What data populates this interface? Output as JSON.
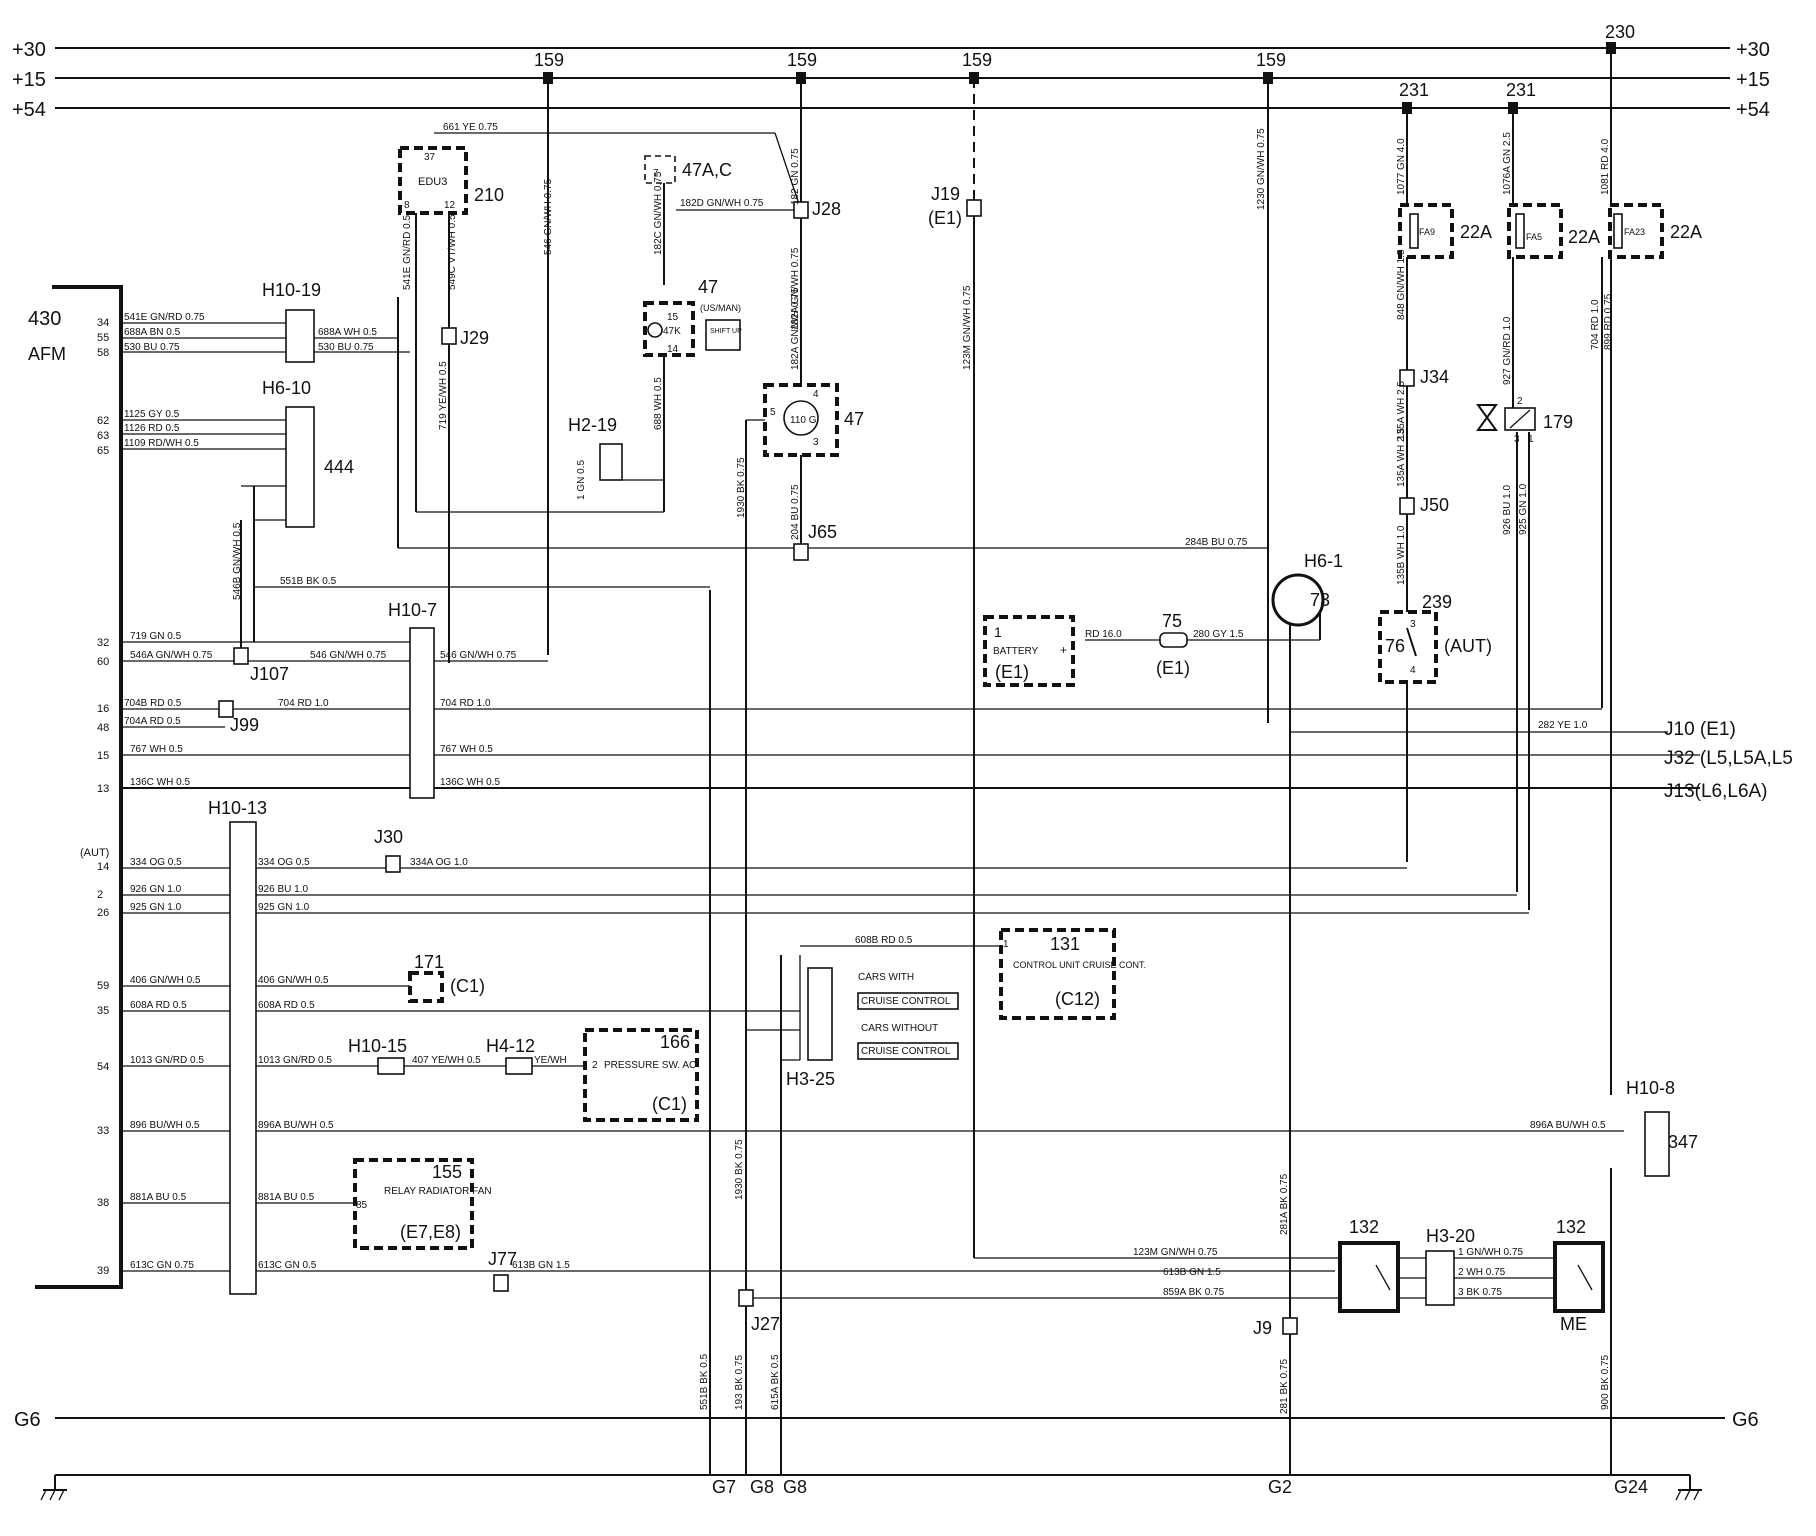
{
  "rails": [
    {
      "id": "r30",
      "label": "+30",
      "right_label": "+30"
    },
    {
      "id": "r15",
      "label": "+15",
      "right_label": "+15"
    },
    {
      "id": "r54",
      "label": "+54",
      "right_label": "+54"
    },
    {
      "id": "g6",
      "label": "G6",
      "right_label": "G6"
    }
  ],
  "top_refs": [
    "159",
    "159",
    "159",
    "159",
    "231",
    "231",
    "230"
  ],
  "afm": {
    "number": "430",
    "name": "AFM",
    "pins": [
      "34",
      "55",
      "58",
      "62",
      "63",
      "65",
      "32",
      "60",
      "16",
      "48",
      "15",
      "13",
      "(AUT)",
      "14",
      "2",
      "26",
      "59",
      "35",
      "54",
      "33",
      "38",
      "39"
    ]
  },
  "wire_labels": [
    "541E GN/RD 0.75",
    "688A BN 0.5",
    "530 BU 0.75",
    "1125 GY 0.5",
    "1126 RD 0.5",
    "1109 RD/WH 0.5",
    "719 GN 0.5",
    "546A GN/WH 0.75",
    "704B RD 0.5",
    "704A RD 0.5",
    "767 WH 0.5",
    "136C WH 0.5",
    "334 OG 0.5",
    "926 GN 1.0",
    "925 GN 1.0",
    "406 GN/WH 0.5",
    "608A RD 0.5",
    "1013 GN/RD 0.5",
    "896 BU/WH 0.5",
    "881A BU 0.5",
    "613C GN 0.75",
    "688A WH 0.5",
    "530 BU 0.75",
    "546 GN/WH 0.75",
    "546 GN/WH 0.75",
    "704 RD 1.0",
    "704 RD 1.0",
    "767 WH 0.5",
    "136C WH 0.5",
    "334 OG 0.5",
    "334A OG 1.0",
    "926 BU 1.0",
    "925 GN 1.0",
    "406 GN/WH 0.5",
    "608A RD 0.5",
    "1013 GN/RD 0.5",
    "407 YE/WH 0.5",
    "YE/WH",
    "896A BU/WH 0.5",
    "881A BU 0.5",
    "613C GN 0.5",
    "613B GN 1.5",
    "661 YE 0.75",
    "541E GN/RD 0.5",
    "549C VT/WH 0.5",
    "719 YE/WH 0.5",
    "546B GN/WH 0.5",
    "551B BK 0.5",
    "546 GN/WH 0.75",
    "182D GN/WH 0.75",
    "182C GN/WH 0.75",
    "182 GN 0.75",
    "182A GN/WH 0.75",
    "182A GN/WH 0.75",
    "688 WH 0.5",
    "1 GN 0.5",
    "204 BU 0.75",
    "1930 BK 0.75",
    "284B BU 0.75",
    "RD 16.0",
    "280 GY 1.5",
    "1230 GN/WH 0.75",
    "123M GN/WH 0.75",
    "1077 GN 4.0",
    "848 GN/WH 1.5",
    "135A WH 2.5",
    "135A WH 2.5",
    "135B WH 1.0",
    "1076A GN 2.5",
    "927 GN/RD 1.0",
    "926 BU 1.0",
    "925 GN 1.0",
    "1081 RD 4.0",
    "704 RD 1.0",
    "899 RD 0.75",
    "282 YE 1.0",
    "608B RD 0.5",
    "896A BU/WH 0.5",
    "123M GN/WH 0.75",
    "613B GN 1.5",
    "859A BK 0.75",
    "1 GN/WH 0.75",
    "2 WH 0.75",
    "3 BK 0.75",
    "281A BK 0.75",
    "281 BK 0.75",
    "900 BK 0.75",
    "551B BK 0.5",
    "193 BK 0.75",
    "1930 BK 0.75",
    "615A BK 0.5"
  ],
  "connectors": [
    "H10-19",
    "H6-10",
    "444",
    "H10-7",
    "H10-13",
    "J107",
    "J99",
    "J29",
    "J30",
    "J28",
    "J65",
    "J19",
    "(E1)",
    "H2-19",
    "J34",
    "J50",
    "J27",
    "J77",
    "J9",
    "H6-1",
    "73",
    "H10-15",
    "H4-12",
    "H3-25",
    "H3-20",
    "H10-8",
    "347"
  ],
  "components": [
    {
      "id": "210",
      "inner": "EDU3",
      "pins": [
        "37",
        "8",
        "12"
      ]
    },
    {
      "id": "47A,C",
      "pins": [
        "7"
      ]
    },
    {
      "id": "47",
      "sub": "(US/MAN)",
      "inner": "47K",
      "pins": [
        "15",
        "14"
      ],
      "switch_text": "SHIFT UP"
    },
    {
      "id": "47",
      "inner": "110 G",
      "pins": [
        "5",
        "4",
        "3"
      ]
    },
    {
      "id": "22A",
      "inner": "FA9"
    },
    {
      "id": "22A",
      "inner": "FA5"
    },
    {
      "id": "22A",
      "inner": "FA23"
    },
    {
      "id": "179",
      "pins": [
        "2",
        "3",
        "1"
      ]
    },
    {
      "id": "239"
    },
    {
      "id": "76",
      "sub": "(AUT)",
      "pins": [
        "3",
        "4"
      ]
    },
    {
      "id": "1",
      "inner": "BATTERY",
      "sub": "(E1)",
      "pins": [
        "+"
      ]
    },
    {
      "id": "75",
      "sub": "(E1)"
    },
    {
      "id": "131",
      "inner": "CONTROL UNIT CRUISE CONT.",
      "sub": "(C12)",
      "pins": [
        "1"
      ]
    },
    {
      "id": "171",
      "sub": "(C1)"
    },
    {
      "id": "166",
      "inner": "PRESSURE SW. AC",
      "sub": "(C1)",
      "pins": [
        "2"
      ]
    },
    {
      "id": "155",
      "inner": "RELAY RADIATOR FAN",
      "sub": "(E7,E8)",
      "pins": [
        "85"
      ]
    },
    {
      "id": "132"
    },
    {
      "id": "132",
      "sub": "ME"
    }
  ],
  "h3_25_notes": [
    "CARS WITH",
    "CRUISE CONTROL",
    "CARS WITHOUT",
    "CRUISE CONTROL"
  ],
  "right_refs": [
    "J10 (E1)",
    "J32 (L5,L5A,L5",
    "J13(L6,L6A)"
  ],
  "grounds": [
    "G7",
    "G8",
    "G8",
    "G2",
    "G24"
  ]
}
